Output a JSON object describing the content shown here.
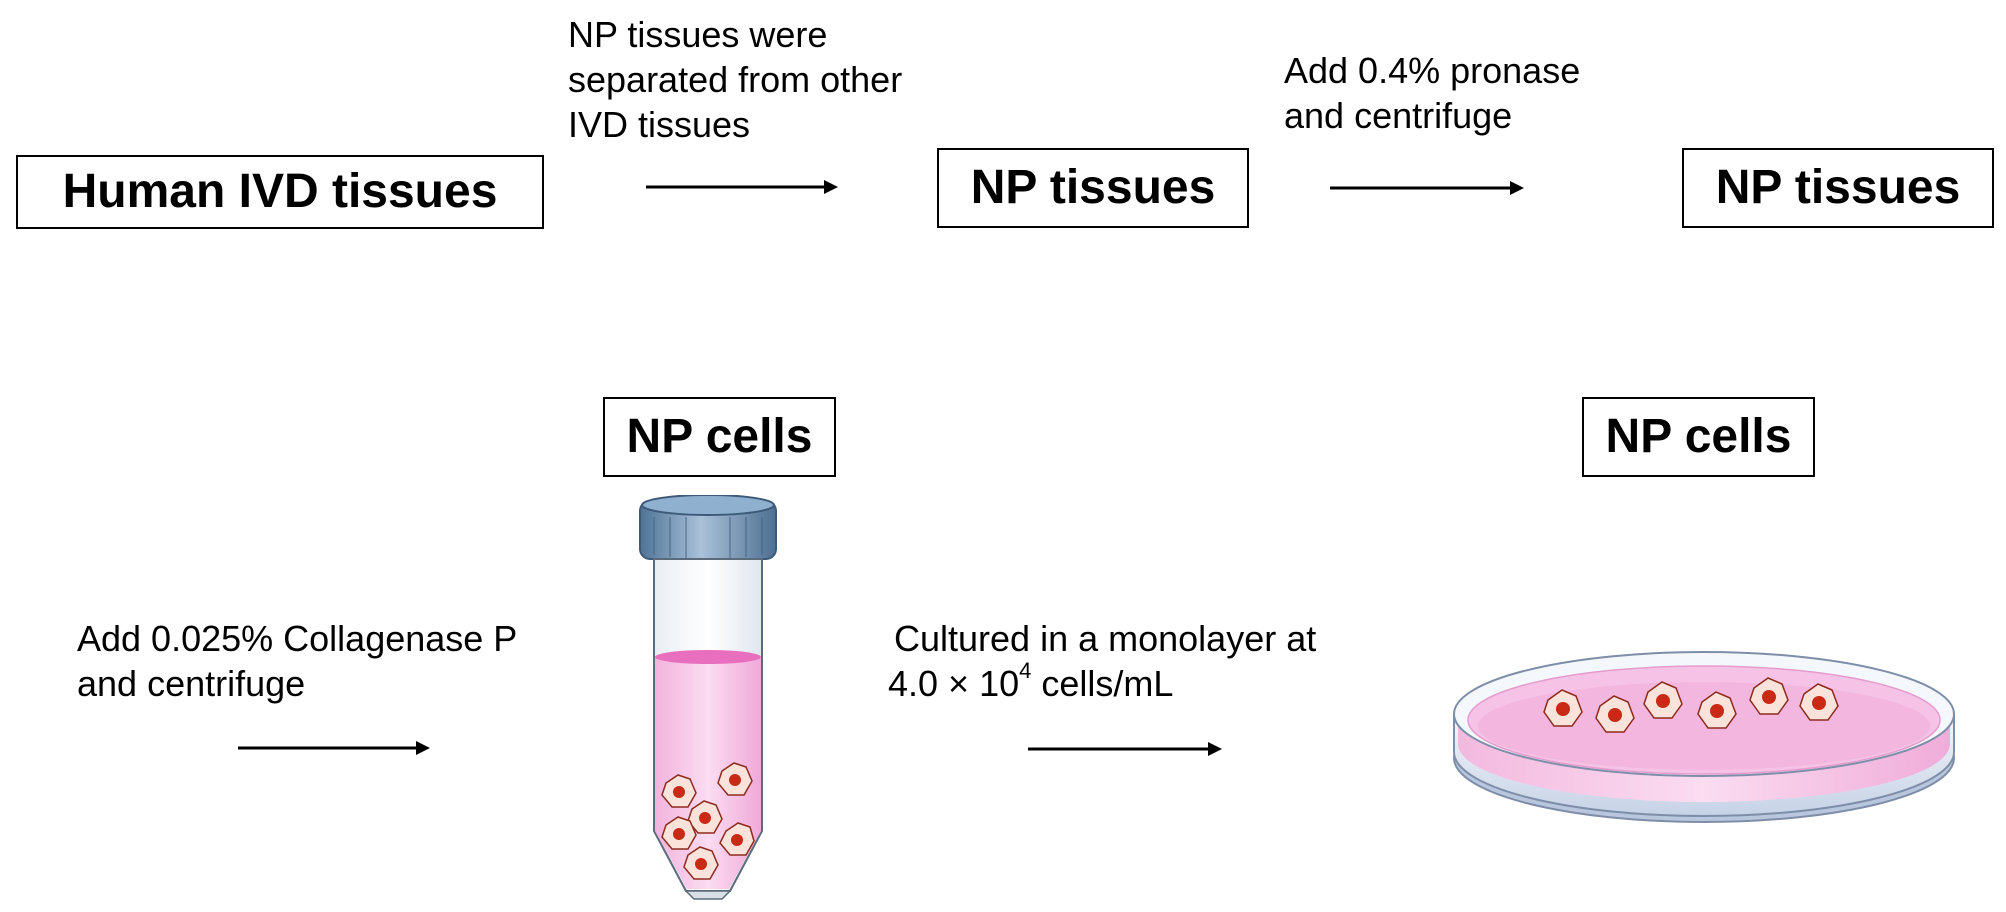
{
  "boxes": {
    "human_ivd": "Human IVD tissues",
    "np_tissues_1": "NP tissues",
    "np_tissues_2": "NP tissues",
    "np_cells_tube": "NP cells",
    "np_cells_dish": "NP cells"
  },
  "steps": {
    "separate": {
      "line1": "NP tissues were",
      "line2": "separated from other",
      "line3": "IVD tissues"
    },
    "pronase": {
      "line1": "Add 0.4% pronase",
      "line2": "and centrifuge"
    },
    "collagenase": {
      "line1": "Add 0.025% Collagenase P",
      "line2": "and centrifuge"
    },
    "culture": {
      "line1": "Cultured in a monolayer at",
      "line2_prefix": "4.0 × 10",
      "line2_sup": "4",
      "line2_suffix": " cells/mL"
    }
  },
  "illustrations": {
    "tube_icon": "centrifuge-tube-icon",
    "dish_icon": "petri-dish-icon",
    "cell_icon": "np-cell-icon"
  },
  "colors": {
    "medium_pink": "#f7c6e8",
    "medium_surface": "#e86fbd",
    "cap_blue": "#6f93b8",
    "dish_rim": "#b9c7de",
    "cell_body": "#fbe3dc",
    "nucleus": "#c82a16"
  }
}
